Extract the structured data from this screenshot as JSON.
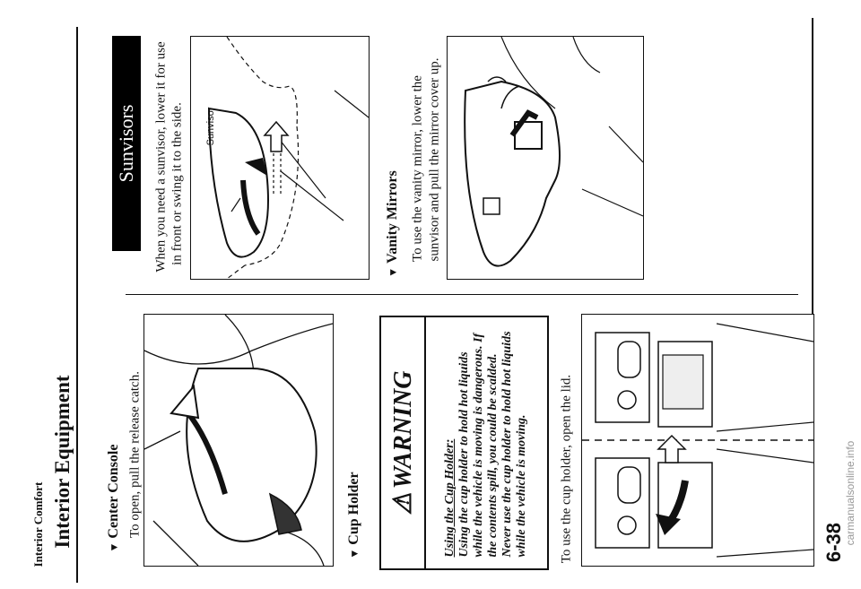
{
  "header": {
    "section": "Interior Comfort",
    "chapter": "Interior Equipment"
  },
  "center_console": {
    "heading": "Center Console",
    "text": "To open, pull the release catch."
  },
  "cup_holder": {
    "heading": "Cup Holder",
    "text": "To use the cup holder, open the lid."
  },
  "warning": {
    "title": "WARNING",
    "subtitle": "Using the Cup Holder:",
    "body": "Using the cup holder to hold hot liquids while the vehicle is moving is dangerous. If the contents spill, you could be scalded. Never use the cup holder to hold hot liquids while the vehicle is moving."
  },
  "sunvisors": {
    "banner": "Sunvisors",
    "text_line1": "When you need a sunvisor, lower it for use",
    "text_line2": "in front or swing it to the side.",
    "figure_label": "Sunvisor"
  },
  "vanity_mirrors": {
    "heading": "Vanity Mirrors",
    "text_line1": "To use the vanity mirror, lower the",
    "text_line2": "sunvisor and pull the mirror cover up."
  },
  "page": {
    "number": "6-38"
  },
  "watermark": "carmanualsonline.info",
  "icons": {
    "bullet": "triangle-down-icon",
    "warning": "warning-triangle-icon"
  }
}
